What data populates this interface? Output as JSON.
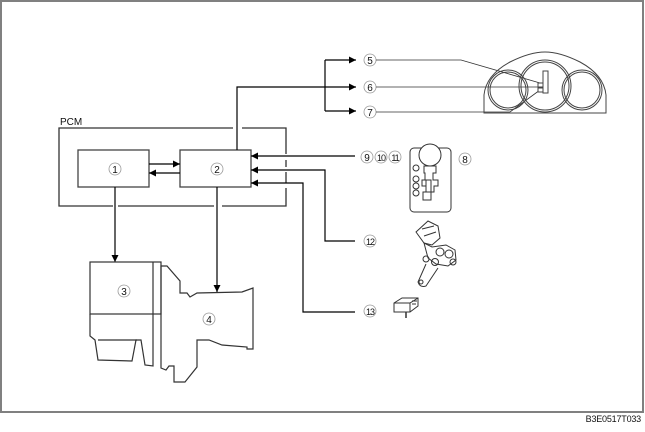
{
  "diagram": {
    "module_label": "PCM",
    "callouts": {
      "c1": "1",
      "c2": "2",
      "c3": "3",
      "c4": "4",
      "c5": "5",
      "c6": "6",
      "c7": "7",
      "c8": "8",
      "c9": "9",
      "c10": "10",
      "c11": "11",
      "c12": "12",
      "c13": "13"
    },
    "figure_code": "B3E0517T033",
    "colors": {
      "line": "#000000",
      "frame": "#808080",
      "part_outline": "#333333"
    }
  }
}
